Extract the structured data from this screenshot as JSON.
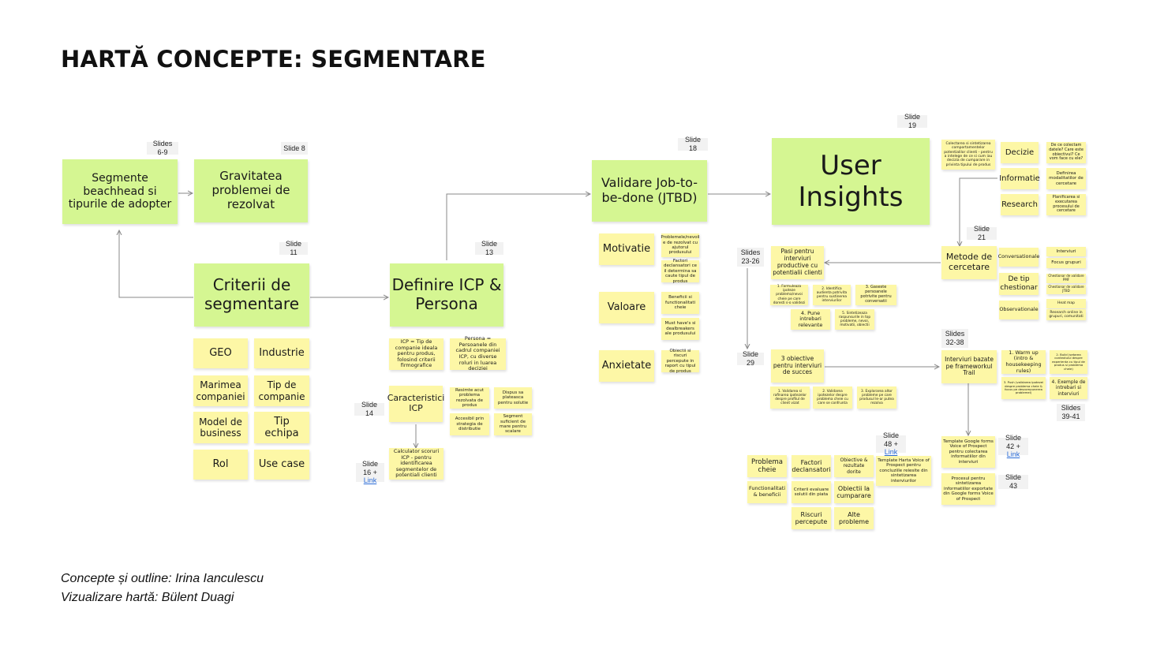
{
  "title": "HARTĂ CONCEPTE: SEGMENTARE",
  "credits": {
    "line1": "Concepte și outline: Irina Ianculescu",
    "line2": "Vizualizare hartă: Bülent Duagi"
  },
  "colors": {
    "green_note": "#d5f692",
    "yellow_note": "#fdf7a6",
    "tag_bg": "#f2f2f2",
    "link": "#2a6bd6",
    "connector": "#888888"
  },
  "notes": {
    "beachhead": "Segmente beachhead si tipurile de adopter",
    "gravitatea": "Gravitatea problemei de rezolvat",
    "criterii": "Criterii de segmentare",
    "geo": "GEO",
    "industrie": "Industrie",
    "marimea": "Marimea companiei",
    "tip_companie": "Tip de companie",
    "model_business": "Model de business",
    "tip_echipa": "Tip echipa",
    "rol": "Rol",
    "use_case": "Use case",
    "definire_icp": "Definire ICP & Persona",
    "icp_def": "ICP = Tip de companie ideala pentru produs, folosind criterii firmografice",
    "persona_def": "Persona = Persoanele din cadrul companiei ICP, cu diverse roluri in luarea deciziei",
    "caracteristici": "Caracteristici ICP",
    "resimte": "Resimte acut problema rezolvata de produs",
    "dispus": "Dispus sa plateasca pentru solutie",
    "accesibil": "Accesibil prin strategia de distributie",
    "segment_suficient": "Segment suficient de mare pentru scalare",
    "calculator": "Calculator scoruri ICP - pentru identificarea segmentelor de potentiali clienti",
    "validare_jtbd": "Validare Job-to-be-done (JTBD)",
    "motivatie": "Motivatie",
    "valoare": "Valoare",
    "anxietate": "Anxietate",
    "mot1": "Problemele/nevoil e de rezolvat cu ajutorul produsului",
    "mot2": "Factori declansatori ce il determina sa caute tipul de produs",
    "val1": "Beneficii si functionalitati cheie",
    "val2": "Must have's si dealbreakers ale produsului",
    "anx1": "Obiectii si riscuri percepute in raport cu tipul de produs",
    "user_insights": "User Insights",
    "colectarea": "Colectarea si sintetizarea comportamentelor potentialilor clienti - pentru a intelege de ce si cum iau decizia de cumparare in privinta tipului de produs",
    "decizie": "Decizie",
    "informatie": "Informatie",
    "research": "Research",
    "decizie_q": "De ce colectam datele? Care este obiectivul? Ce vom face cu ele?",
    "definirea_modalitatilor": "Definirea modalitatilor de cercetare",
    "planificarea": "Planificarea si executarea procesului de cercetare",
    "metode": "Metode de cercetare",
    "conversationale": "Conversationale",
    "de_tip_chestionar": "De tip chestionar",
    "observationale": "Observationale",
    "interviuri": "Interviuri",
    "focus": "Focus grupuri",
    "chest_pmf": "Chestionar de validare PMF",
    "chest_jtbd": "Chestionar de validare JTBD",
    "heatmap": "Heat map",
    "research_online": "Research online in grupuri, comunitati",
    "pasi": "Pasi pentru interviuri productive cu potentialii clienti",
    "pas1": "1. Formuleaza ipoteze problema/nevoi cheie pe care doresti s-o validezi",
    "pas2": "2. Identifica audienta potrivita pentru sustinerea interviurilor",
    "pas3": "3. Gaseste persoanele potrivite pentru conversatii",
    "pas4": "4. Pune intrebari relevante",
    "pas5": "5. Sintetizeaza raspunsurile in top probleme, nevoi, motivatii, obiectii",
    "obiective3": "3 obiective pentru interviuri de succes",
    "obi1": "1. Validarea si rafinarea ipotezelor despre profilul de client vizat",
    "obi2": "2. Validarea ipotezelor despre problema cheie cu care se confrunta",
    "obi3": "3. Explorarea altor probleme pe care produsul le-ar putea rezolva",
    "interviuri_trail": "Interviuri bazate pe frameworkul Trail",
    "warm_up": "1. Warm up (intro & housekeeping rules)",
    "build_context": "2. Build (setarea contextului despre experienta cu tipul de produs si problema cheie)",
    "push_ipoteze": "3. Push (validarea ipotezei despre problema cheie & focus pe descompunerea problemei)",
    "exemple": "4. Exemple de intrebari si interviuri",
    "template_gforms": "Template Google forms Voice of Prospect pentru colectarea informatiilor din interviuri",
    "procesul": "Procesul pentru sintetizarea informatiilor exportate din Google forms Voice of Prospect",
    "template_harta": "Template Harta Voice of Prospect pentru concluziile reiesite din sintetizarea interviurilor",
    "problema_cheie": "Problema cheie",
    "factori_declansatori": "Factori declansatori",
    "obiective_rezultate": "Obiective & rezultate dorite",
    "functionalitati": "Functionalitati & beneficii",
    "criterii_evaluare": "Criterii evaluare solutii din piata",
    "obiectii": "Obiectii la cumparare",
    "riscuri": "Riscuri percepute",
    "alte": "Alte probleme"
  },
  "tags": {
    "s6_9": "Slides 6-9",
    "s8": "Slide 8",
    "s11": "Slide 11",
    "s13": "Slide 13",
    "s14": "Slide 14",
    "s16": "Slide 16 +",
    "s18": "Slide 18",
    "s19": "Slide 19",
    "s21": "Slide 21",
    "s23_26": "Slides 23-26",
    "s29": "Slide 29",
    "s32_38": "Slides 32-38",
    "s39_41": "Slides 39-41",
    "s42": "Slide 42 +",
    "s43": "Slide 43",
    "s48": "Slide 48 +",
    "link": "Link"
  }
}
